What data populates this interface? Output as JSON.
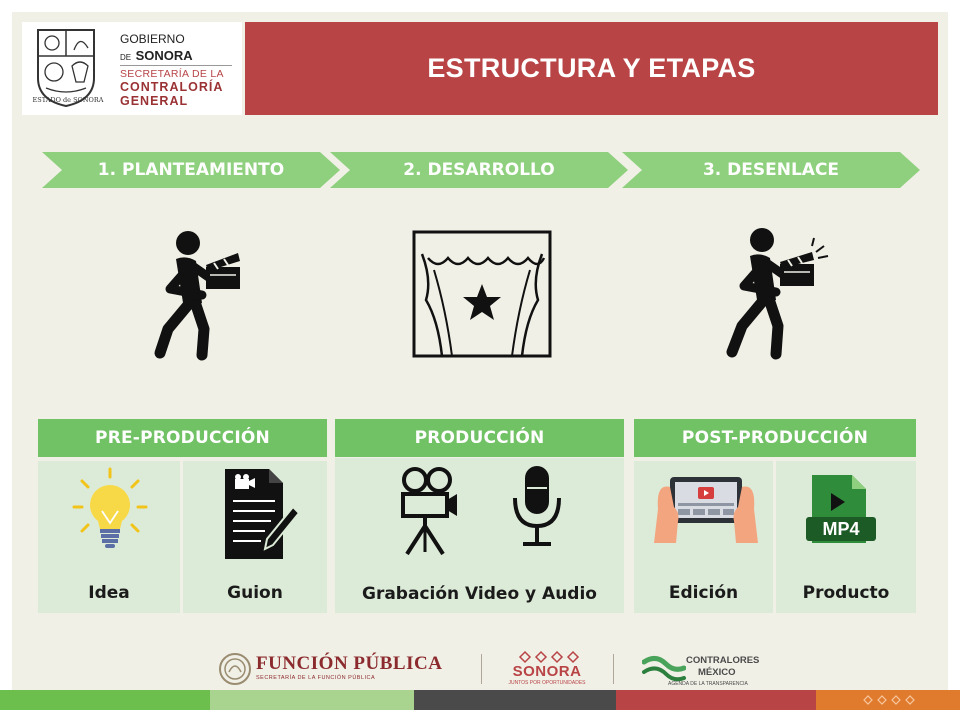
{
  "header": {
    "title": "ESTRUCTURA Y ETAPAS",
    "logo": {
      "line1": "GOBIERNO",
      "line2a": "DE",
      "line2b": "SONORA",
      "line3": "SECRETARÍA DE LA",
      "line4": "CONTRALORÍA",
      "line5": "GENERAL",
      "shield_text": "ESTADO de SONORA"
    }
  },
  "stages": [
    {
      "label": "1. PLANTEAMIENTO"
    },
    {
      "label": "2. DESARROLLO"
    },
    {
      "label": "3. DESENLACE"
    }
  ],
  "groups": [
    {
      "header": "PRE-PRODUCCIÓN",
      "items": [
        "Idea",
        "Guion"
      ]
    },
    {
      "header": "PRODUCCIÓN",
      "items": [
        "Grabación Video y Audio"
      ]
    },
    {
      "header": "POST-PRODUCCIÓN",
      "items": [
        "Edición",
        "Producto"
      ],
      "badge": "MP4"
    }
  ],
  "footer": {
    "funcion_publica": "FUNCIÓN PÚBLICA",
    "funcion_sub": "SECRETARÍA DE LA FUNCIÓN PÚBLICA",
    "sonora": "SONORA",
    "sonora_sub": "JUNTOS POR OPORTUNIDADES",
    "contralores_1": "CONTRALORES",
    "contralores_2": "MÉXICO",
    "contralores_sub": "AGENDA DE LA TRANSPARENCIA"
  },
  "colors": {
    "title_bar": "#b84446",
    "chevron": "#8fd07e",
    "group_header": "#71c165",
    "cell_bg": "#dcebd7",
    "panel_bg": "#f1f0e7",
    "footer": [
      "#6cbf4c",
      "#a9d48f",
      "#4a4a4a",
      "#b84446",
      "#e07b2e"
    ]
  }
}
